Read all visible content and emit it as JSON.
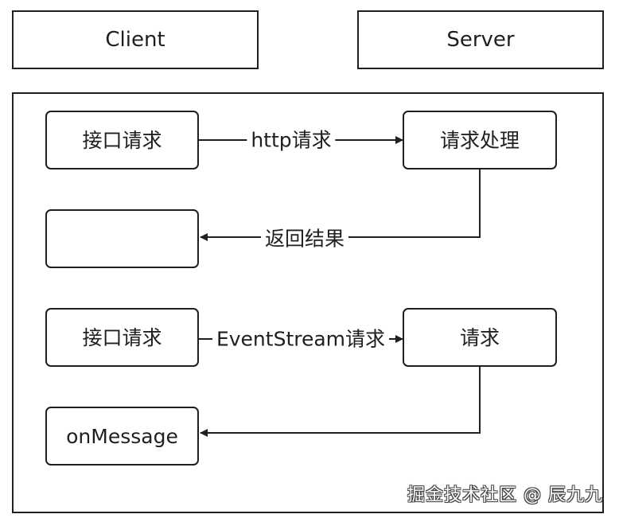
{
  "header": {
    "client_label": "Client",
    "server_label": "Server"
  },
  "diagram": {
    "row1": {
      "client_box": "接口请求",
      "server_box": "请求处理",
      "request_label": "http请求",
      "response_label": "返回结果",
      "response_box": ""
    },
    "row2": {
      "client_box": "接口请求",
      "server_box": "请求",
      "request_label": "EventStream请求",
      "response_box": "onMessage"
    }
  },
  "watermark": {
    "text": "掘金技术社区 @ 辰九九"
  },
  "colors": {
    "stroke": "#1f1f1f",
    "background": "#ffffff"
  }
}
